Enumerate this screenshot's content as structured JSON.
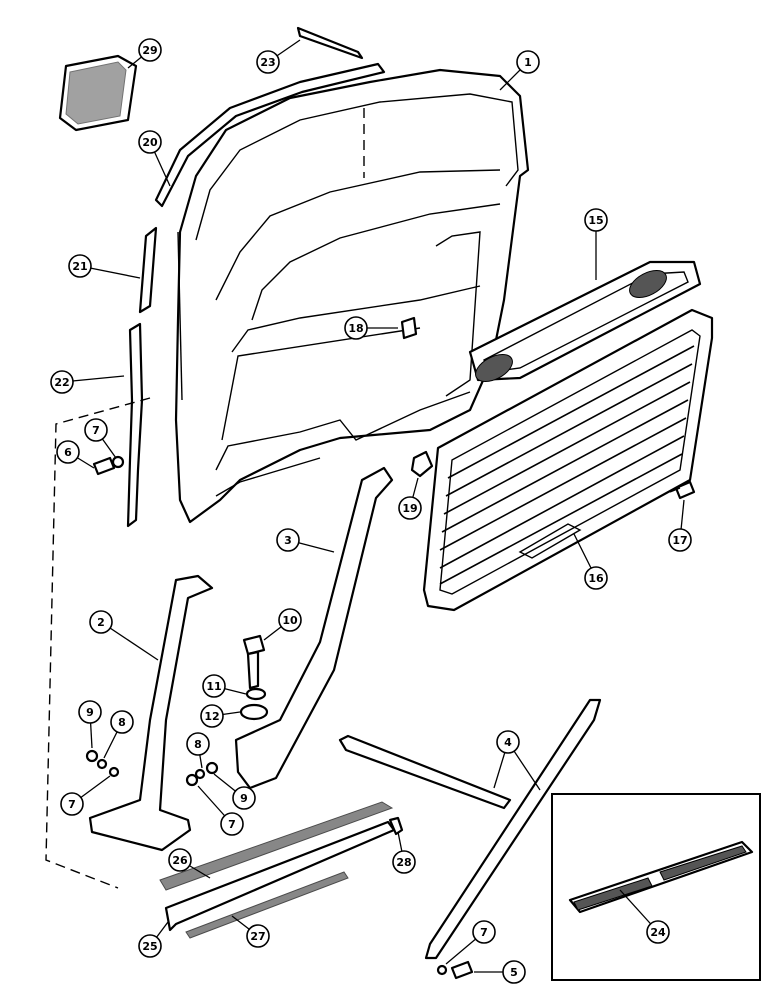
{
  "callouts": [
    {
      "id": "c1",
      "label": "1"
    },
    {
      "id": "c2",
      "label": "2"
    },
    {
      "id": "c3",
      "label": "3"
    },
    {
      "id": "c4",
      "label": "4"
    },
    {
      "id": "c5",
      "label": "5"
    },
    {
      "id": "c6",
      "label": "6"
    },
    {
      "id": "c7a",
      "label": "7"
    },
    {
      "id": "c7b",
      "label": "7"
    },
    {
      "id": "c7c",
      "label": "7"
    },
    {
      "id": "c7d",
      "label": "7"
    },
    {
      "id": "c8a",
      "label": "8"
    },
    {
      "id": "c8b",
      "label": "8"
    },
    {
      "id": "c9a",
      "label": "9"
    },
    {
      "id": "c9b",
      "label": "9"
    },
    {
      "id": "c10",
      "label": "10"
    },
    {
      "id": "c11",
      "label": "11"
    },
    {
      "id": "c12",
      "label": "12"
    },
    {
      "id": "c15",
      "label": "15"
    },
    {
      "id": "c16",
      "label": "16"
    },
    {
      "id": "c17",
      "label": "17"
    },
    {
      "id": "c18",
      "label": "18"
    },
    {
      "id": "c19",
      "label": "19"
    },
    {
      "id": "c20",
      "label": "20"
    },
    {
      "id": "c21",
      "label": "21"
    },
    {
      "id": "c22",
      "label": "22"
    },
    {
      "id": "c23",
      "label": "23"
    },
    {
      "id": "c24",
      "label": "24"
    },
    {
      "id": "c25",
      "label": "25"
    },
    {
      "id": "c26",
      "label": "26"
    },
    {
      "id": "c27",
      "label": "27"
    },
    {
      "id": "c28",
      "label": "28"
    },
    {
      "id": "c29",
      "label": "29"
    }
  ]
}
